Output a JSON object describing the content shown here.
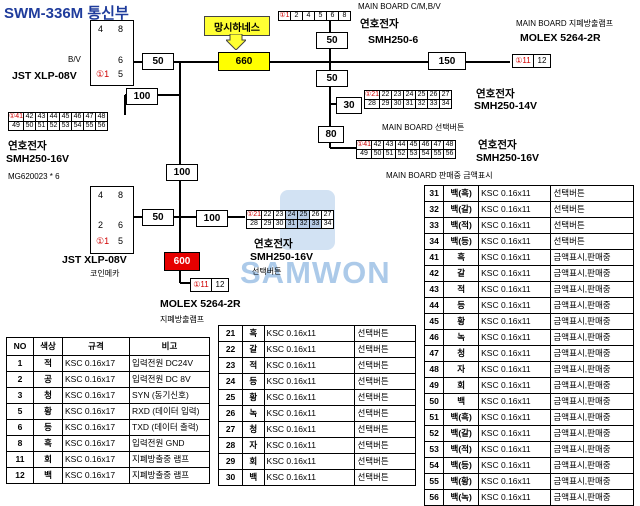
{
  "title": "SWM-336M  통신부",
  "callout": "망시하네스",
  "watermark": "SAMWON",
  "labels": {
    "mb_cmbv": "MAIN BOARD C/M,B/V",
    "yeonho1": "연호전자",
    "smh250_6": "SMH250-6",
    "mb_jipye": "MAIN BOARD 지폐방출램프",
    "molex_top": "MOLEX 5264-2R",
    "bv": "B/V",
    "jst1": "JST XLP-08V",
    "yeonho2": "연호전자",
    "smh250_14v": "SMH250-14V",
    "mb_select": "MAIN BOARD 선택버튼",
    "yeonho3": "연호전자",
    "smh250_16v_r": "SMH250-16V",
    "mb_pan": "MAIN BOARD 판매중 금액표시",
    "yeonho4": "연호전자",
    "smh250_16v_l": "SMH250-16V",
    "mg": "MG620023 * 6",
    "jst2": "JST XLP-08V",
    "coin": "코인메카",
    "yeonho5": "연호전자",
    "smh250_16v_c": "SMH250-16V",
    "sel_btn": "선택버튼",
    "molex_bot": "MOLEX 5264-2R",
    "jipye_lamp": "지폐방출램프"
  },
  "lengths": {
    "l660": "660",
    "l600": "600",
    "l50a": "50",
    "l50b": "50",
    "l50c": "50",
    "l150": "150",
    "l100a": "100",
    "l30": "30",
    "l80": "80",
    "l100b": "100",
    "l100c": "100"
  },
  "connectors": {
    "top6": [
      "①1",
      "2",
      "4",
      "5",
      "6",
      "8"
    ],
    "molex": [
      "①11",
      "12"
    ],
    "smh14_top": [
      "①21",
      "22",
      "23",
      "24",
      "25",
      "26",
      "27"
    ],
    "smh14_bot": [
      "28",
      "29",
      "30",
      "31",
      "32",
      "33",
      "34"
    ],
    "smh16r_top": [
      "①41",
      "42",
      "43",
      "44",
      "45",
      "46",
      "47",
      "48"
    ],
    "smh16r_bot": [
      "49",
      "50",
      "51",
      "52",
      "53",
      "54",
      "55",
      "56"
    ],
    "smh16l_top": [
      "①41",
      "42",
      "43",
      "44",
      "45",
      "46",
      "47",
      "48"
    ],
    "smh16l_bot": [
      "49",
      "50",
      "51",
      "52",
      "53",
      "54",
      "55",
      "56"
    ],
    "smhc_top": [
      "①21",
      "22",
      "23",
      "24",
      "25",
      "26",
      "27"
    ],
    "smhc_bot": [
      "28",
      "29",
      "30",
      "31",
      "32",
      "33",
      "34"
    ],
    "jst_top": [
      "4",
      "8"
    ],
    "jst_mid": [
      "6"
    ],
    "jst_bot": [
      "①1",
      "5"
    ],
    "jst2_top": [
      "4",
      "8"
    ],
    "jst2_mid": [
      "2",
      "6"
    ],
    "jst2_bot": [
      "①1",
      "5"
    ],
    "molex2": [
      "①11",
      "12"
    ]
  },
  "table_left": {
    "headers": [
      "NO",
      "색상",
      "규격",
      "비고"
    ],
    "rows": [
      [
        "1",
        "적",
        "KSC 0.16x17",
        "입력전원 DC24V"
      ],
      [
        "2",
        "공",
        "KSC 0.16x17",
        "입력전원 DC 8V"
      ],
      [
        "3",
        "청",
        "KSC 0.16x17",
        "SYN (동기신호)"
      ],
      [
        "5",
        "황",
        "KSC 0.16x17",
        "RXD (데이터 입력)"
      ],
      [
        "6",
        "등",
        "KSC 0.16x17",
        "TXD (데이터 출력)"
      ],
      [
        "8",
        "흑",
        "KSC 0.16x17",
        "입력전원 GND"
      ],
      [
        "11",
        "회",
        "KSC 0.16x17",
        "지폐방출중 램프"
      ],
      [
        "12",
        "백",
        "KSC 0.16x17",
        "지폐방출중 램프"
      ]
    ]
  },
  "table_mid": {
    "rows": [
      [
        "21",
        "흑",
        "KSC 0.16x11",
        "선택버튼"
      ],
      [
        "22",
        "갈",
        "KSC 0.16x11",
        "선택버튼"
      ],
      [
        "23",
        "적",
        "KSC 0.16x11",
        "선택버튼"
      ],
      [
        "24",
        "등",
        "KSC 0.16x11",
        "선택버튼"
      ],
      [
        "25",
        "황",
        "KSC 0.16x11",
        "선택버튼"
      ],
      [
        "26",
        "녹",
        "KSC 0.16x11",
        "선택버튼"
      ],
      [
        "27",
        "청",
        "KSC 0.16x11",
        "선택버튼"
      ],
      [
        "28",
        "자",
        "KSC 0.16x11",
        "선택버튼"
      ],
      [
        "29",
        "회",
        "KSC 0.16x11",
        "선택버튼"
      ],
      [
        "30",
        "백",
        "KSC 0.16x11",
        "선택버튼"
      ]
    ]
  },
  "table_right": {
    "rows": [
      [
        "31",
        "백(흑)",
        "KSC 0.16x11",
        "선택버튼"
      ],
      [
        "32",
        "백(갈)",
        "KSC 0.16x11",
        "선택버튼"
      ],
      [
        "33",
        "백(적)",
        "KSC 0.16x11",
        "선택버튼"
      ],
      [
        "34",
        "백(등)",
        "KSC 0.16x11",
        "선택버튼"
      ],
      [
        "41",
        "흑",
        "KSC 0.16x11",
        "금액표시,판매중"
      ],
      [
        "42",
        "갈",
        "KSC 0.16x11",
        "금액표시,판매중"
      ],
      [
        "43",
        "적",
        "KSC 0.16x11",
        "금액표시,판매중"
      ],
      [
        "44",
        "등",
        "KSC 0.16x11",
        "금액표시,판매중"
      ],
      [
        "45",
        "황",
        "KSC 0.16x11",
        "금액표시,판매중"
      ],
      [
        "46",
        "녹",
        "KSC 0.16x11",
        "금액표시,판매중"
      ],
      [
        "47",
        "청",
        "KSC 0.16x11",
        "금액표시,판매중"
      ],
      [
        "48",
        "자",
        "KSC 0.16x11",
        "금액표시,판매중"
      ],
      [
        "49",
        "회",
        "KSC 0.16x11",
        "금액표시,판매중"
      ],
      [
        "50",
        "백",
        "KSC 0.16x11",
        "금액표시,판매중"
      ],
      [
        "51",
        "백(흑)",
        "KSC 0.16x11",
        "금액표시,판매중"
      ],
      [
        "52",
        "백(갈)",
        "KSC 0.16x11",
        "금액표시,판매중"
      ],
      [
        "53",
        "백(적)",
        "KSC 0.16x11",
        "금액표시,판매중"
      ],
      [
        "54",
        "백(등)",
        "KSC 0.16x11",
        "금액표시,판매중"
      ],
      [
        "55",
        "백(황)",
        "KSC 0.16x11",
        "금액표시,판매중"
      ],
      [
        "56",
        "백(녹)",
        "KSC 0.16x11",
        "금액표시,판매중"
      ]
    ]
  },
  "colors": {
    "title": "#1f3c9c",
    "highlight_yellow": "#ffff00",
    "highlight_red": "#e60000",
    "connector_mark": "#d00000"
  }
}
